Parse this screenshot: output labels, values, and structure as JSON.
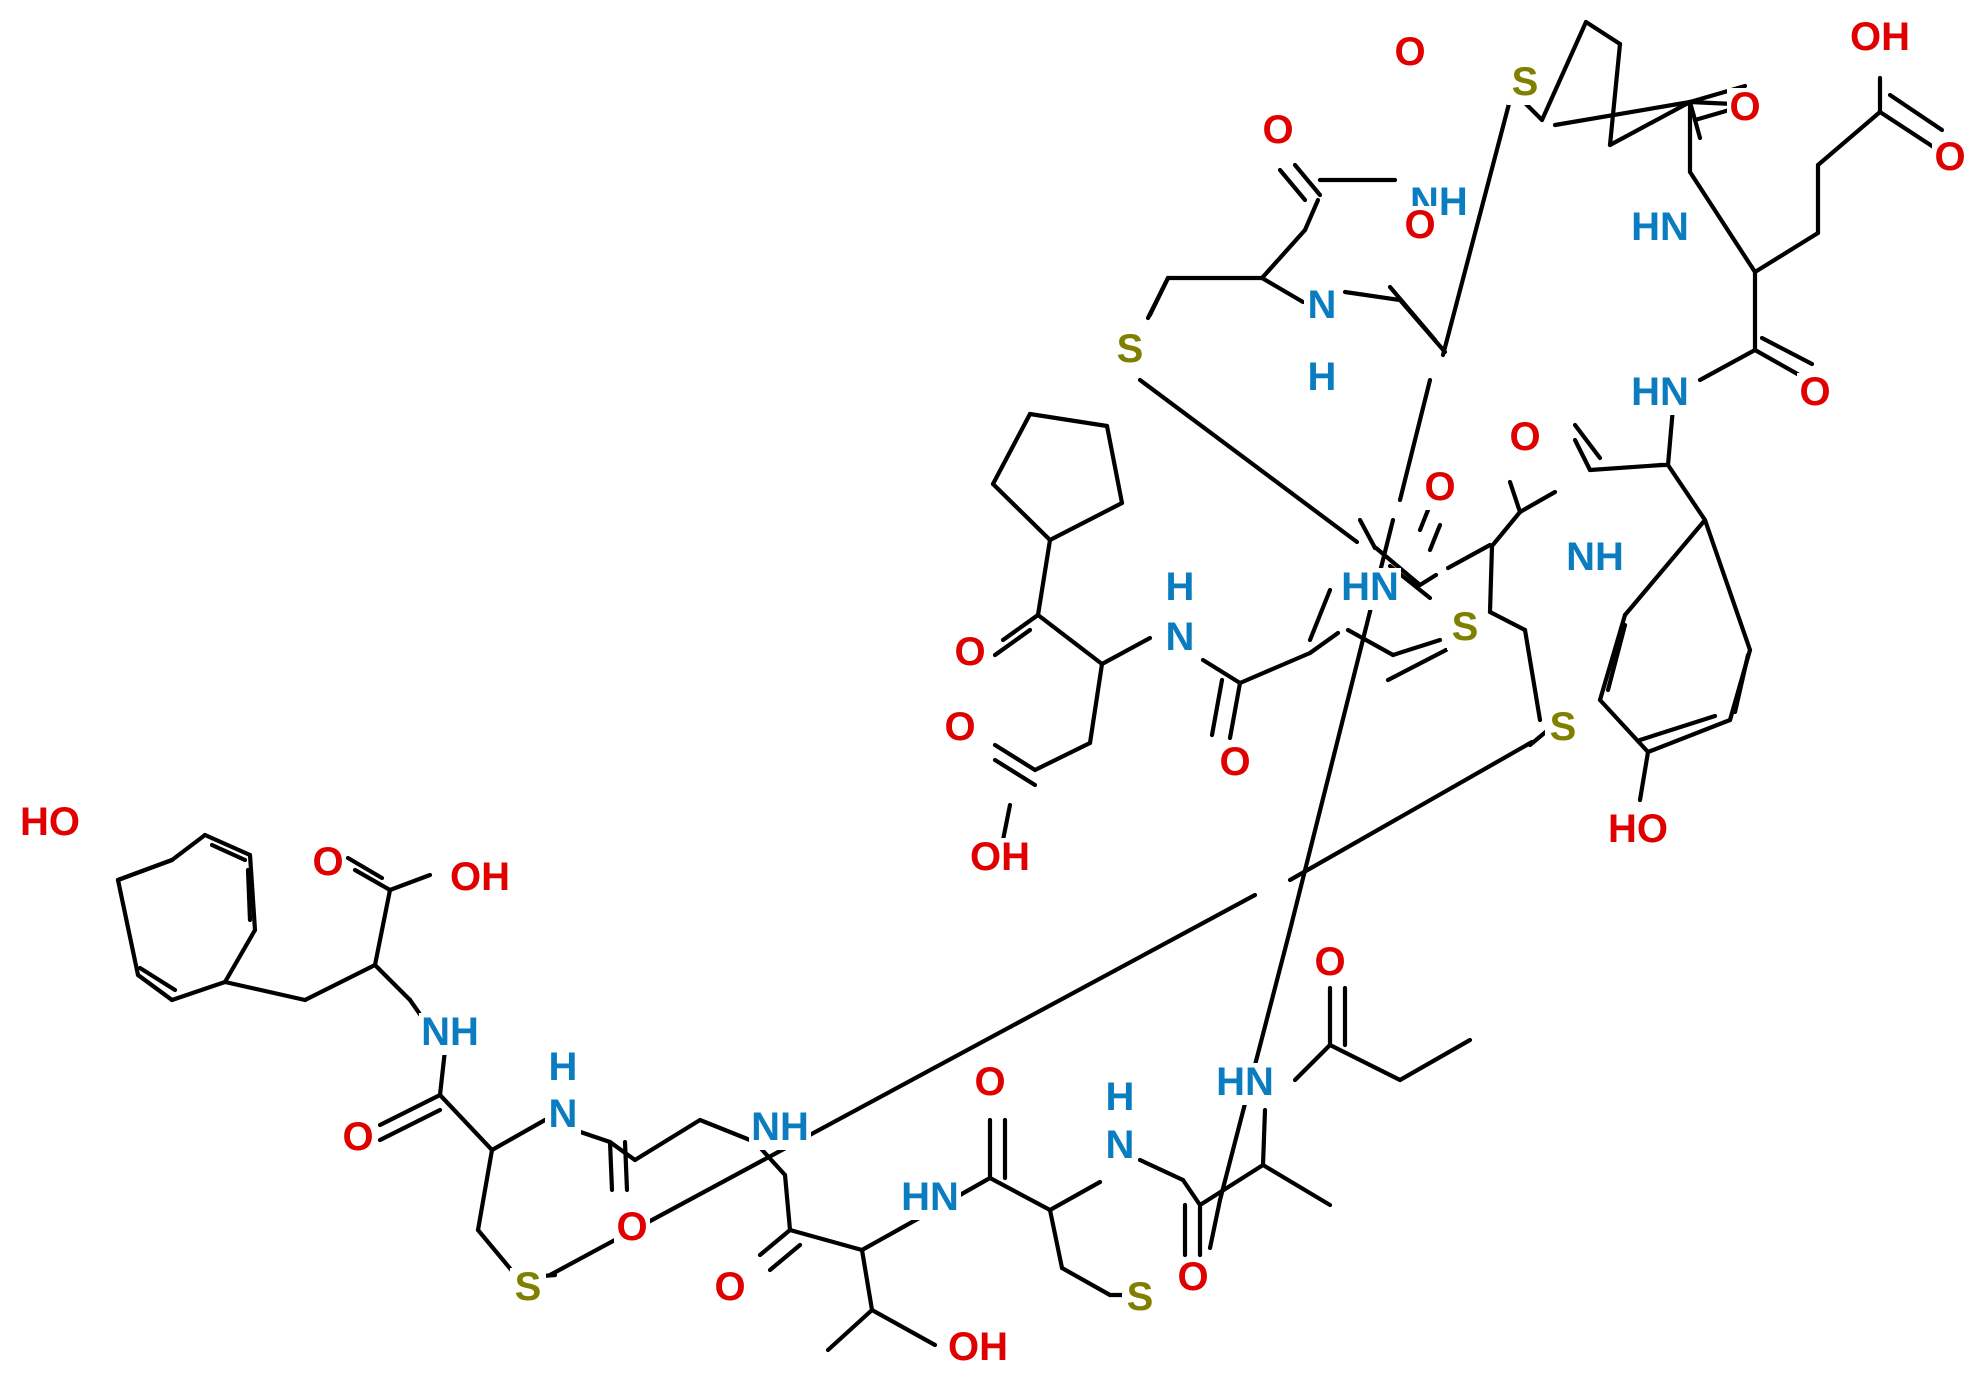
{
  "diagram": {
    "type": "chemical-structure",
    "colors": {
      "oxygen": "#e00000",
      "nitrogen": "#0a7cbf",
      "sulfur": "#808000",
      "bond": "#000000"
    },
    "labels": {
      "o": "O",
      "oh": "OH",
      "ho": "HO",
      "nh": "NH",
      "hn": "HN",
      "n": "N",
      "h": "H",
      "s": "S"
    }
  }
}
